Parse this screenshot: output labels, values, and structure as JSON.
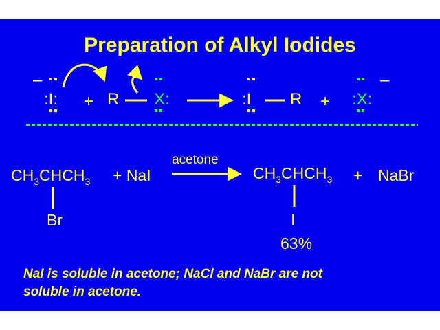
{
  "title": "Preparation of Alkyl Iodides",
  "mechanism": {
    "iodide": ":I:",
    "minus": "–",
    "plus": "+",
    "r": "R",
    "halogen": "X:",
    "product_iodine": ":I",
    "halide_ion": ":X:"
  },
  "reaction": {
    "reactant_main": "CH",
    "reactant_sub1": "3",
    "reactant_mid": "CHCH",
    "reactant_sub2": "3",
    "reactant_substituent": "Br",
    "reagent": "+ NaI",
    "condition": "acetone",
    "product_main": "CH",
    "product_sub1": "3",
    "product_mid": "CHCH",
    "product_sub2": "3",
    "product_substituent": "I",
    "yield": "63%",
    "plus": "+",
    "byproduct": "NaBr"
  },
  "note": {
    "line1": "NaI is soluble in acetone;  NaCl and NaBr are not",
    "line2": "soluble in acetone."
  },
  "colors": {
    "background": "#0000ee",
    "text": "#ffff33",
    "halogen": "#33ff33",
    "arrow": "#ffff33"
  }
}
